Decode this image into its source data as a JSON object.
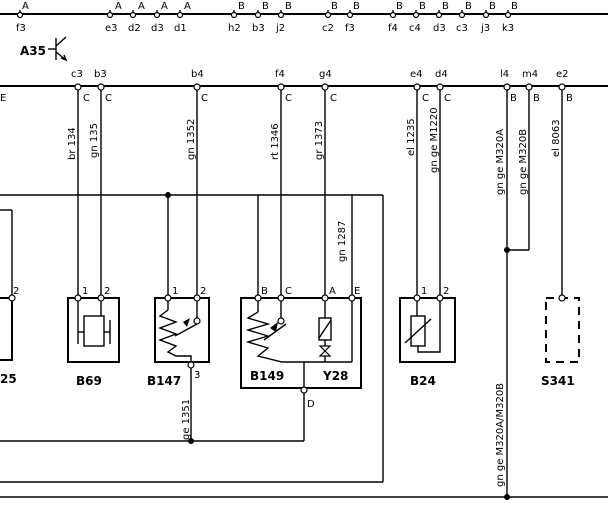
{
  "top_connectors": [
    "A",
    "A",
    "A",
    "A",
    "A",
    "B",
    "B",
    "B",
    "B",
    "B",
    "B",
    "B",
    "B",
    "B",
    "B",
    "B"
  ],
  "top_pins": [
    "f3",
    "e3",
    "d2",
    "d3",
    "d1",
    "h2",
    "b3",
    "j2",
    "c2",
    "f3",
    "f4",
    "c4",
    "d3",
    "c3",
    "j3",
    "k3"
  ],
  "module": {
    "name": "A35"
  },
  "mid_pins": [
    "c3",
    "b3",
    "b4",
    "f4",
    "g4",
    "e4",
    "d4",
    "l4",
    "m4",
    "e2"
  ],
  "mid_letters": [
    "C",
    "C",
    "C",
    "C",
    "C",
    "C",
    "C",
    "B",
    "B",
    "B"
  ],
  "mid_letter_left": "E",
  "wires": [
    "br 134",
    "gn 135",
    "gn 1352",
    "rt 1346",
    "gr 1373",
    "el 1235",
    "gn ge M1220",
    "gn ge M320A",
    "gn ge M320B",
    "el 8063",
    "gn 1287",
    "ge 1351",
    "gn ge M320A/M320B"
  ],
  "components": [
    "B69",
    "B147",
    "B149",
    "Y28",
    "B24",
    "S341",
    "25"
  ],
  "pin_numbers": [
    "2",
    "1",
    "2",
    "1",
    "2",
    "3",
    "1",
    "2"
  ],
  "pin_letters": [
    "B",
    "C",
    "A",
    "E",
    "D"
  ]
}
